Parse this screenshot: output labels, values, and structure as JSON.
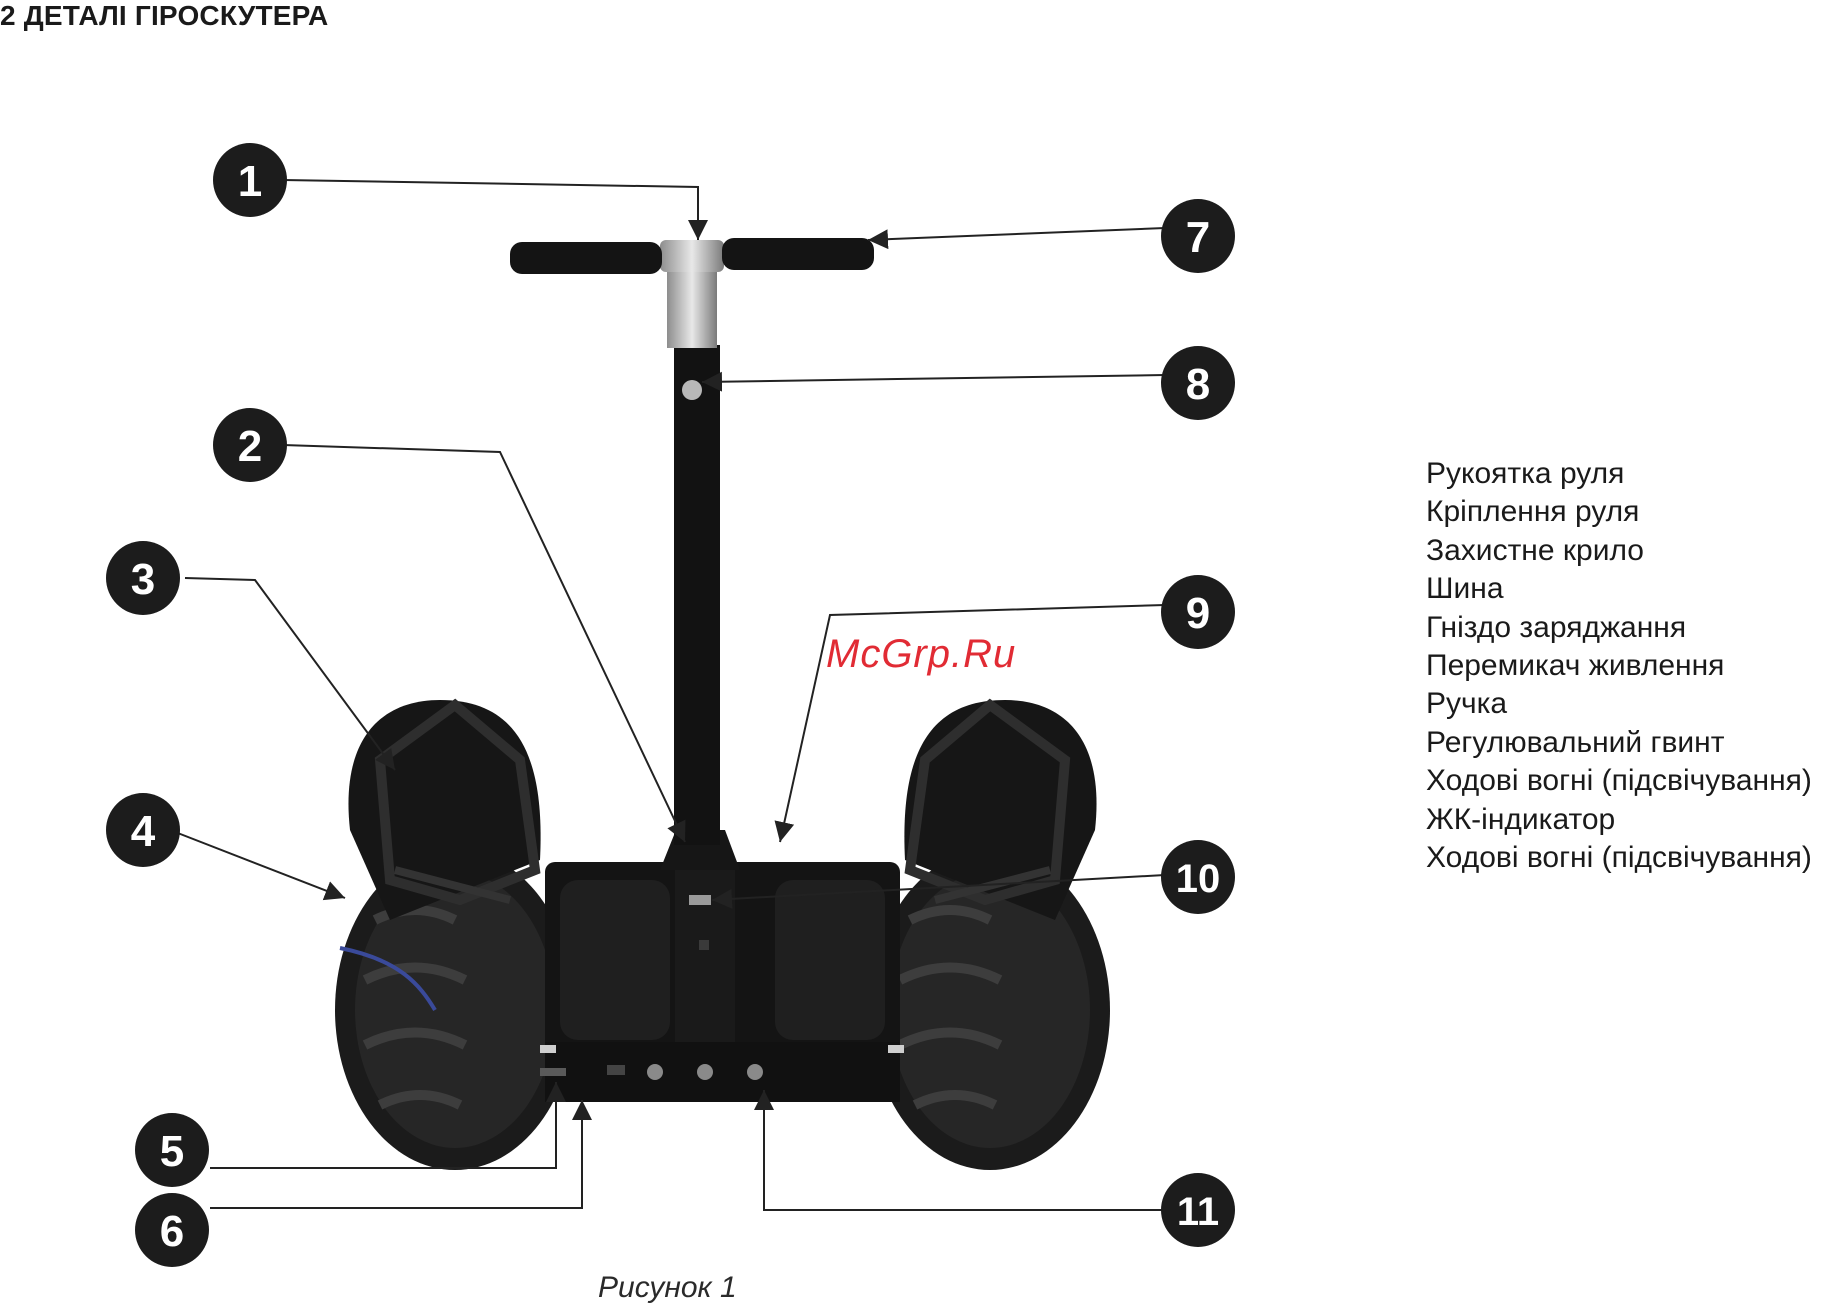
{
  "heading": "2 ДЕТАЛІ ГІРОСКУТЕРА",
  "watermark": "McGrp.Ru",
  "caption": "Рисунок 1",
  "callouts": [
    "1",
    "2",
    "3",
    "4",
    "5",
    "6",
    "7",
    "8",
    "9",
    "10",
    "11"
  ],
  "legend": [
    "Рукоятка руля",
    "Кріплення руля",
    "Захистне крило",
    "Шина",
    "Гніздо заряджання",
    "Перемикач живлення",
    "Ручка",
    "Регулювальний гвинт",
    "Ходові вогні (підсвічування)",
    "ЖК-індикатор",
    "Ходові вогні (підсвічування)"
  ],
  "colors": {
    "badge": "#1c1c1c",
    "lines": "#222222",
    "watermark": "#e0202a"
  }
}
